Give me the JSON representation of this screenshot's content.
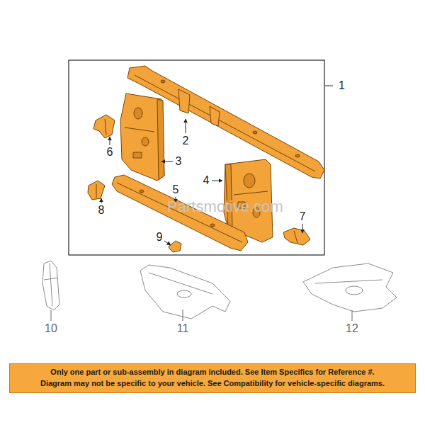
{
  "diagram": {
    "nodes": [
      {
        "text": [
          "Only one part or sub-assembly in diagram included. See Item Specifics for Reference #.",
          "Diagram may not be specific to your vehicle. See Compatibility for vehicle-specific diagrams."
        ]
      }
    ],
    "labels": [
      "1",
      "2",
      "3",
      "4",
      "5",
      "6",
      "7",
      "8",
      "9",
      "10",
      "11",
      "12",
      "Partsmotive.com"
    ]
  }
}
